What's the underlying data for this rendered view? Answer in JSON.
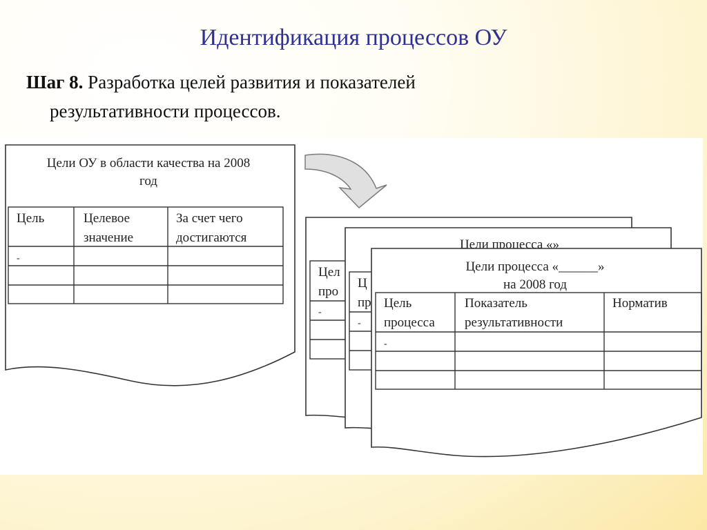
{
  "slide": {
    "title": "Идентификация процессов ОУ",
    "step_label": "Шаг 8.",
    "step_text": " Разработка целей развития и показателей",
    "step_text_cont": "результативности процессов."
  },
  "doc_main": {
    "title_line1": "Цели ОУ в области качества на 2008",
    "title_line2": "год",
    "col1": "Цель",
    "col2_line1": "Целевое",
    "col2_line2": "значение",
    "col3_line1": "За счет чего",
    "col3_line2": "достигаются",
    "bullet": "-"
  },
  "doc_back": {
    "col_fragment_1": "Цел",
    "col_fragment_2": "про",
    "bullet": "-"
  },
  "doc_middle": {
    "title": "Цели процесса «»",
    "col_fragment_1": "Ц",
    "col_fragment_2": "пр",
    "bullet": "-"
  },
  "doc_front": {
    "title_line1": "Цели процесса «______»",
    "title_line2": "на 2008 год",
    "col1_line1": "Цель",
    "col1_line2": "процесса",
    "col2_line1": "Показатель",
    "col2_line2": "результативности",
    "col3": "Норматив",
    "bullet": "-"
  },
  "colors": {
    "title": "#2e3192",
    "text": "#111111",
    "arrow_fill": "#e0e0e0",
    "arrow_stroke": "#7a7a7a"
  }
}
